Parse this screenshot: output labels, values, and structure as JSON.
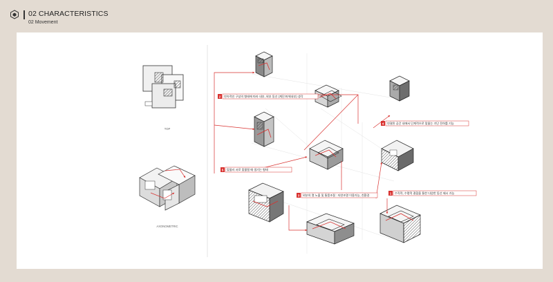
{
  "header": {
    "title": "02 CHARACTERISTICS",
    "subtitle": "02 Movement"
  },
  "left_views": {
    "top_caption": "TOP",
    "axo_caption": "AXONOMETRIC"
  },
  "annotations": [
    {
      "number": "2",
      "text": "연속적인 구성의 형태에 따라 내부, 외부 동선 (계단/자체내부) 생각"
    },
    {
      "number": "4",
      "text": "연결된 공간 내에서 단계적으로 맞물는 기단 전하를 기능"
    },
    {
      "number": "5",
      "text": "맞물리 서로 맞물릴 때 생기는 형태"
    },
    {
      "number": "3",
      "text": "외부의 열 노출 및 통풍조절 : 자연조명 이용가능, 친환경"
    },
    {
      "number": "1",
      "text": "수직적, 수평적 결합을 통한 다양한 동선 제시 가능"
    }
  ],
  "colors": {
    "accent": "#d8312f",
    "background": "#e3dbd2",
    "sheet": "#ffffff",
    "line": "#333333"
  }
}
